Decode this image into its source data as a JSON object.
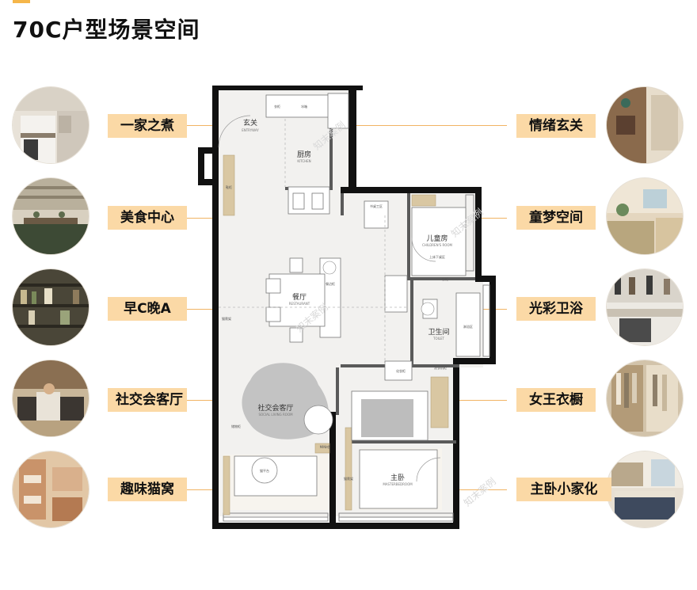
{
  "title": "70C户型场景空间",
  "accent_color": "#f5b64a",
  "label_bg_color": "#fbd9a6",
  "left_scenes": [
    {
      "label": "一家之煮",
      "image": "kitchen-photo"
    },
    {
      "label": "美食中心",
      "image": "dining-photo"
    },
    {
      "label": "早C晚A",
      "image": "shelf-photo"
    },
    {
      "label": "社交会客厅",
      "image": "living-room-photo"
    },
    {
      "label": "趣味猫窝",
      "image": "cat-tree-photo"
    }
  ],
  "right_scenes": [
    {
      "label": "情绪玄关",
      "image": "entry-cabinet-photo"
    },
    {
      "label": "童梦空间",
      "image": "kids-room-photo"
    },
    {
      "label": "光彩卫浴",
      "image": "bathroom-photo"
    },
    {
      "label": "女王衣橱",
      "image": "wardrobe-photo"
    },
    {
      "label": "主卧小家化",
      "image": "master-bedroom-photo"
    }
  ],
  "plan": {
    "rooms": [
      {
        "name": "玄关",
        "sub": "ENTRYWAY"
      },
      {
        "name": "厨房",
        "sub": "KITCHEN"
      },
      {
        "name": "餐厅",
        "sub": "RESTAURANT"
      },
      {
        "name": "儿童房",
        "sub": "CHILDREN'S ROOM"
      },
      {
        "name": "卫生间",
        "sub": "TOILET"
      },
      {
        "name": "社交会客厅",
        "sub": "SOCIAL LIVING ROOM"
      },
      {
        "name": "主卧",
        "sub": "MASTERBEDROOM"
      }
    ],
    "small_labels": [
      "鞋柜",
      "衣柜",
      "冰箱",
      "书桌工区",
      "餐边柜",
      "衣柜",
      "洗衣机柜",
      "化妆柜",
      "储物柜",
      "猫爬架",
      "MINI吧",
      "猫平台",
      "淋浴区",
      "上床下桌区",
      "猫爬架"
    ],
    "watermarks": [
      "知末案例",
      "知末案例",
      "知末案例",
      "知末案例"
    ]
  }
}
